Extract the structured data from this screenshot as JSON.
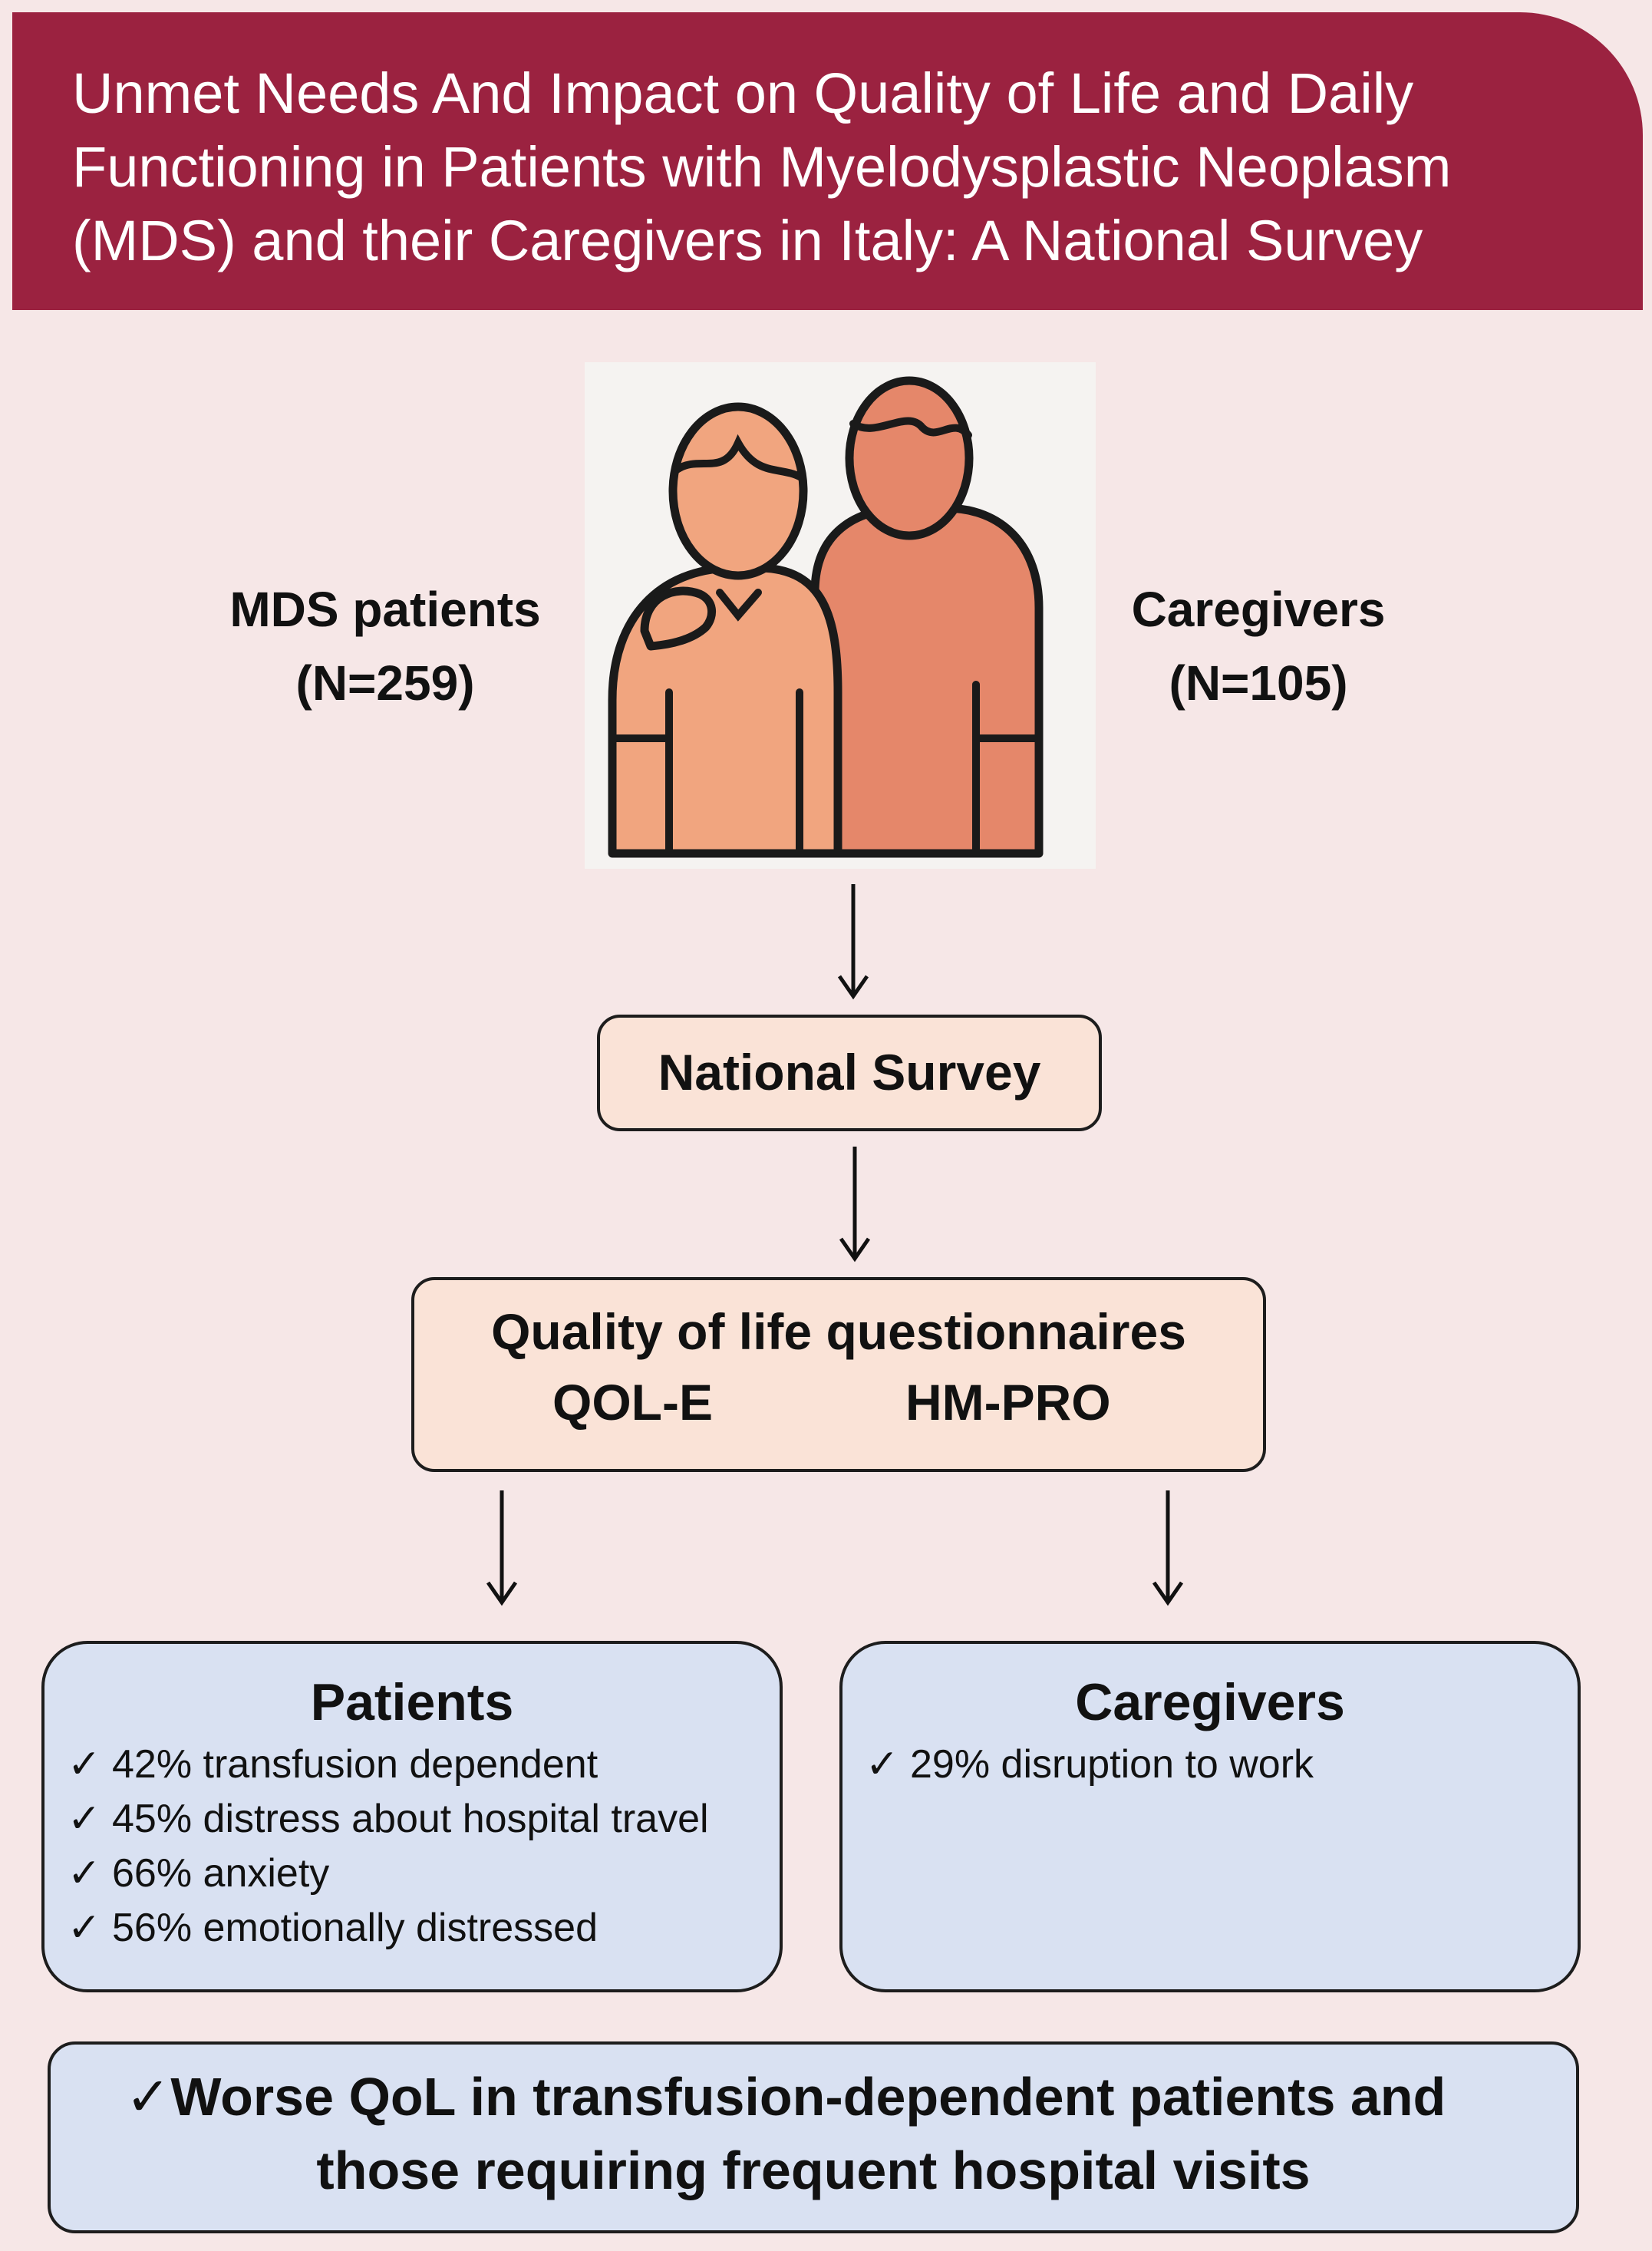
{
  "title": {
    "lines": [
      "Unmet Needs And Impact on Quality of Life and Daily",
      "Functioning in Patients with Myelodysplastic Neoplasm",
      "(MDS) and their Caregivers in Italy: A National Survey"
    ]
  },
  "groups": {
    "patients": {
      "label": "MDS patients",
      "count": "(N=259)"
    },
    "caregivers": {
      "label": "Caregivers",
      "count": "(N=105)"
    }
  },
  "illustration": {
    "icon": "patient-and-caregiver-icon"
  },
  "flow": {
    "survey": "National Survey",
    "questionnaires": {
      "title": "Quality of life questionnaires",
      "tools": [
        "QOL-E",
        "HM-PRO"
      ]
    }
  },
  "outcomes": {
    "patients": {
      "heading": "Patients",
      "items": [
        "42% transfusion dependent",
        "45% distress about hospital travel",
        "66% anxiety",
        "56% emotionally distressed"
      ]
    },
    "caregivers": {
      "heading": "Caregivers",
      "items": [
        "29% disruption to work"
      ]
    }
  },
  "conclusion": {
    "check": "✓",
    "lines": [
      "Worse QoL in transfusion-dependent patients and",
      "those requiring frequent hospital visits"
    ]
  },
  "check_mark": "✓",
  "colors": {
    "banner": "#9b2240",
    "background": "#f6e7e7",
    "flow_box": "#fae3d7",
    "outcome_box": "#d9e1f2",
    "figure_left": "#f1a57f",
    "figure_right": "#e5876a"
  }
}
